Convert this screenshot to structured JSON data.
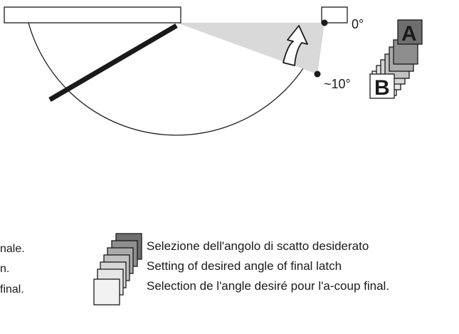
{
  "diagram": {
    "angle_labels": {
      "zero": "0°",
      "ten": "~10°"
    },
    "stack_labels": {
      "top": "A",
      "bottom": "B"
    },
    "colors": {
      "line": "#1a1a1a",
      "wedge": "#d9d9d9",
      "card_dark": "#6e6e6e",
      "card_light": "#f2f2f2"
    }
  },
  "left_column": {
    "lines": [
      "nale.",
      "n.",
      "final."
    ]
  },
  "captions": [
    "Selezione dell'angolo di scatto desiderato",
    "Setting of desired angle of final latch",
    "Selection de l'angle desiré pour l'a-coup final."
  ],
  "icons": {
    "door_arc": "door-swing-arc-icon",
    "rotate_arrow": "curved-arrow-up-icon",
    "card_stack": "card-stack-icon"
  }
}
